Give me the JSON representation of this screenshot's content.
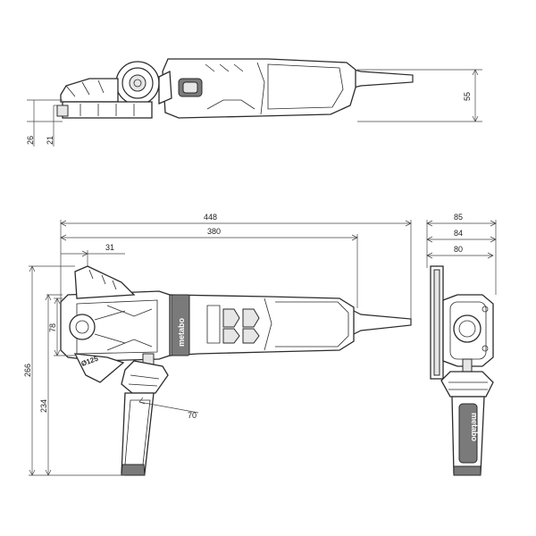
{
  "dimensions": {
    "top_height_overall": "55",
    "top_head_height": "26",
    "top_guard_height": "21",
    "side_overall_length": "448",
    "side_body_length": "380",
    "side_guard_offset": "31",
    "side_overall_height": "266",
    "side_handle_height": "234",
    "side_head_height": "78",
    "side_handle_width": "70",
    "front_width_outer": "85",
    "front_width_mid": "84",
    "front_width_inner": "80"
  },
  "branding": {
    "logo_side": "metabo",
    "logo_handle": "metabo",
    "guard_marking": "Ø125"
  }
}
